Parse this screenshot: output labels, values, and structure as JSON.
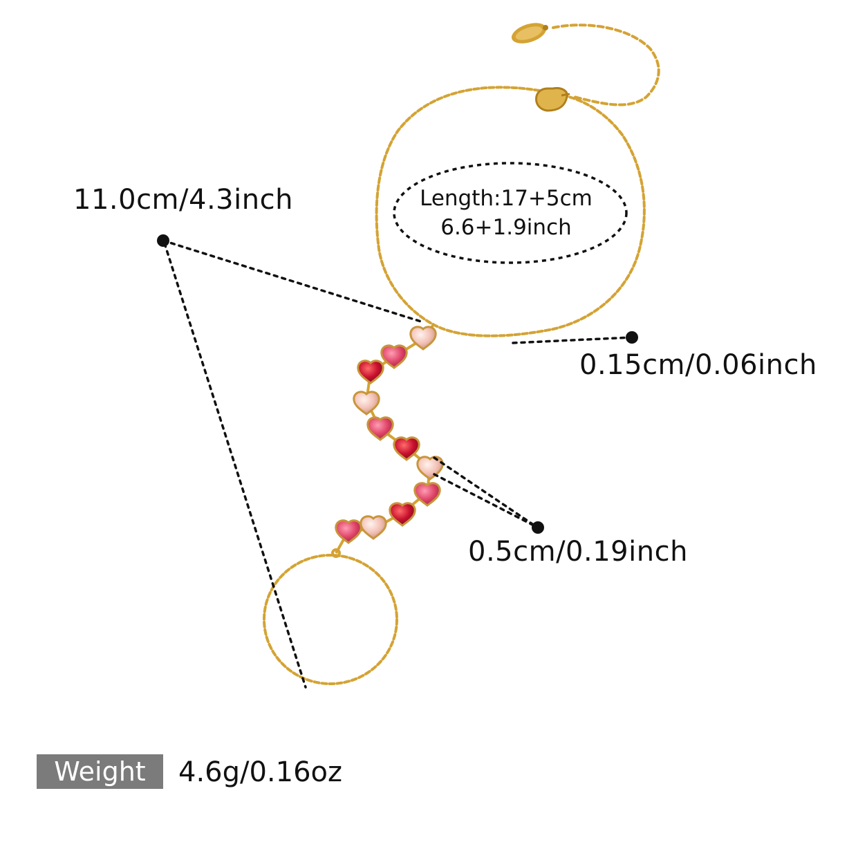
{
  "dimensions": {
    "bracelet_length": {
      "line1": "Length:17+5cm",
      "line2": "6.6+1.9inch"
    },
    "drop_length": "11.0cm/4.3inch",
    "chain_width": "0.15cm/0.06inch",
    "stone_size": "0.5cm/0.19inch"
  },
  "weight": {
    "label": "Weight",
    "value": "4.6g/0.16oz"
  },
  "colors": {
    "gold": "#d4a334",
    "gold_dark": "#b07f1c",
    "stone_red": "#c8102e",
    "stone_pink": "#e0466a",
    "stone_light": "#f3c2b6",
    "badge_gray": "#7b7b7b"
  }
}
